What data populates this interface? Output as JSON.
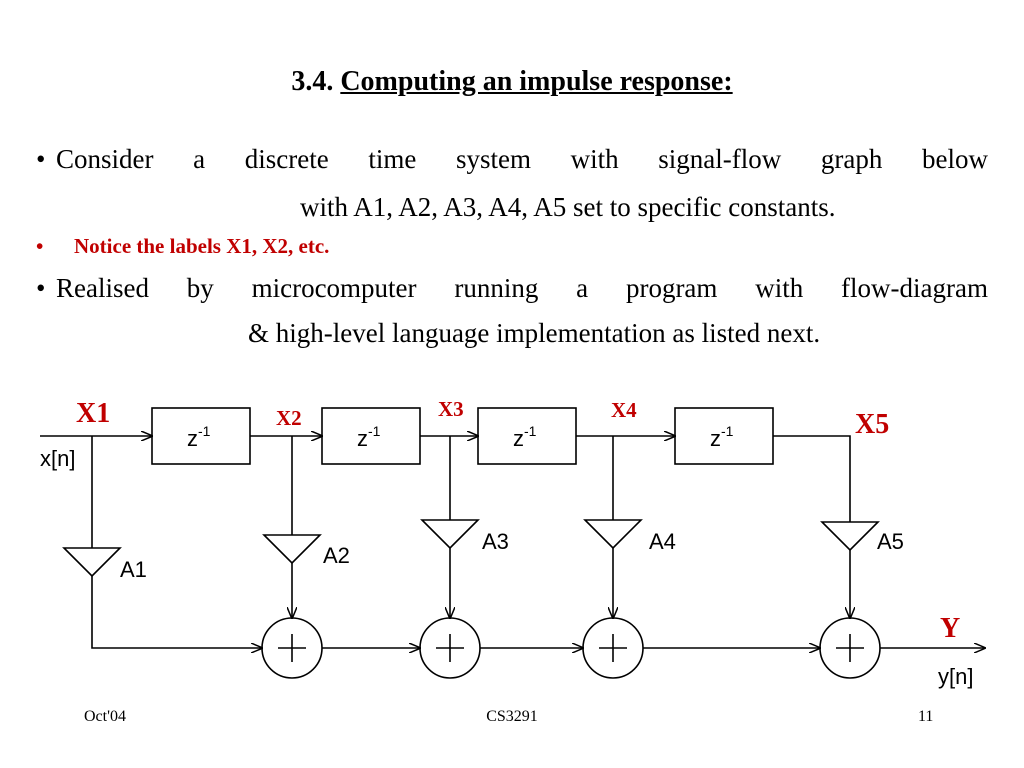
{
  "title": {
    "number": "3.4.",
    "text": "Computing an impulse response:"
  },
  "bullets": [
    {
      "line1": "Consider a discrete time system with signal-flow graph below",
      "line2": "with A1, A2, A3, A4, A5 set to specific constants."
    },
    {
      "note": "Notice the labels X1, X2, etc."
    },
    {
      "line1": "Realised by microcomputer running a program with  flow-diagram",
      "line2": "& high-level language implementation as listed next."
    }
  ],
  "diagram": {
    "input_label": "x[n]",
    "output_label": "y[n]",
    "output_node_label": "Y",
    "node_labels": [
      "X1",
      "X2",
      "X3",
      "X4",
      "X5"
    ],
    "delay_label": "z",
    "delay_exponent": "-1",
    "gain_labels": [
      "A1",
      "A2",
      "A3",
      "A4",
      "A5"
    ],
    "label_color": "#c00000"
  },
  "footer": {
    "left": "Oct'04",
    "center": "CS3291",
    "right": "11"
  }
}
